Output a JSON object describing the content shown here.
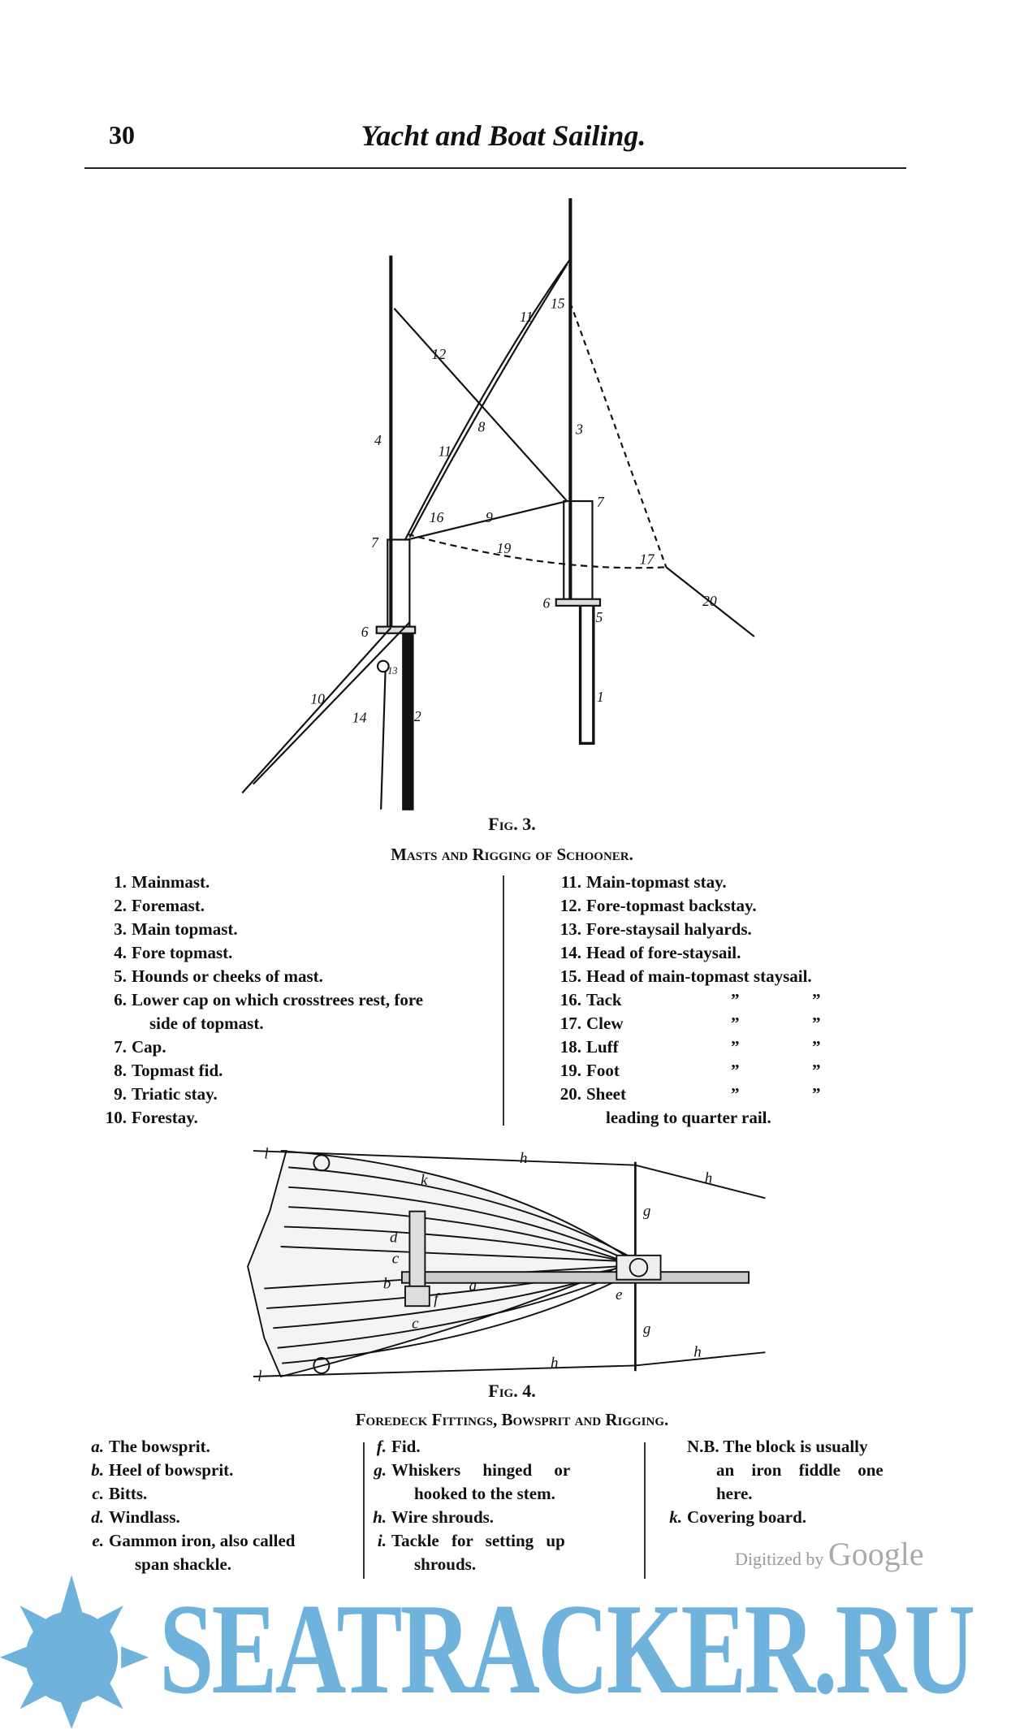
{
  "header": {
    "page_number": "30",
    "title": "Yacht and Boat Sailing."
  },
  "fig3": {
    "label": "Fig. 3.",
    "caption": "Masts and Rigging of Schooner.",
    "marks": [
      "11",
      "15",
      "12",
      "4",
      "8",
      "11",
      "3",
      "16",
      "9",
      "7",
      "7",
      "19",
      "17",
      "20",
      "6",
      "5",
      "6",
      "13",
      "10",
      "14",
      "2",
      "1"
    ],
    "legend_left": [
      {
        "n": "1.",
        "t": "Mainmast."
      },
      {
        "n": "2.",
        "t": "Foremast."
      },
      {
        "n": "3.",
        "t": "Main topmast."
      },
      {
        "n": "4.",
        "t": "Fore topmast."
      },
      {
        "n": "5.",
        "t": "Hounds or cheeks of mast."
      },
      {
        "n": "6.",
        "t": "Lower cap on which crosstrees rest, fore"
      },
      {
        "n": "",
        "t": "side of topmast."
      },
      {
        "n": "7.",
        "t": "Cap."
      },
      {
        "n": "8.",
        "t": "Topmast fid."
      },
      {
        "n": "9.",
        "t": "Triatic stay."
      },
      {
        "n": "10.",
        "t": "Forestay."
      }
    ],
    "legend_right": [
      {
        "n": "11.",
        "t": "Main-topmast stay."
      },
      {
        "n": "12.",
        "t": "Fore-topmast backstay."
      },
      {
        "n": "13.",
        "t": "Fore-staysail halyards."
      },
      {
        "n": "14.",
        "t": "Head of fore-staysail."
      },
      {
        "n": "15.",
        "t": "Head of main-topmast staysail."
      },
      {
        "n": "16.",
        "t": "Tack"
      },
      {
        "n": "17.",
        "t": "Clew"
      },
      {
        "n": "18.",
        "t": "Luff"
      },
      {
        "n": "19.",
        "t": "Foot"
      },
      {
        "n": "20.",
        "t": "Sheet"
      }
    ],
    "ditto": "”",
    "legend_right_tail": "leading to quarter rail."
  },
  "fig4": {
    "label": "Fig. 4.",
    "caption": "Foredeck Fittings, Bowsprit and Rigging.",
    "marks": [
      "l",
      "h",
      "h",
      "k",
      "g",
      "d",
      "c",
      "b",
      "a",
      "f",
      "c",
      "e",
      "g",
      "l",
      "h",
      "h"
    ],
    "col1": [
      {
        "n": "a.",
        "t": "The bowsprit."
      },
      {
        "n": "b.",
        "t": "Heel of bowsprit."
      },
      {
        "n": "c.",
        "t": "Bitts."
      },
      {
        "n": "d.",
        "t": "Windlass."
      },
      {
        "n": "e.",
        "t": "Gammon iron, also called"
      },
      {
        "n": "",
        "t": "span shackle."
      }
    ],
    "col2": [
      {
        "n": "f.",
        "t": "Fid."
      },
      {
        "n": "g.",
        "t": "Whiskers hinged or"
      },
      {
        "n": "",
        "t": "hooked to the stem."
      },
      {
        "n": "h.",
        "t": "Wire shrouds."
      },
      {
        "n": "i.",
        "t": "Tackle for setting up"
      },
      {
        "n": "",
        "t": "shrouds."
      }
    ],
    "col3": [
      {
        "n": "",
        "t": "N.B. The block is usually"
      },
      {
        "n": "",
        "t": "an iron fiddle one"
      },
      {
        "n": "",
        "t": "here."
      },
      {
        "n": "k.",
        "t": "Covering board."
      }
    ]
  },
  "watermark": {
    "text": "SEATRACKER.RU",
    "digitized": "Digitized by",
    "google": "Google",
    "color": "#6fb3dc"
  }
}
